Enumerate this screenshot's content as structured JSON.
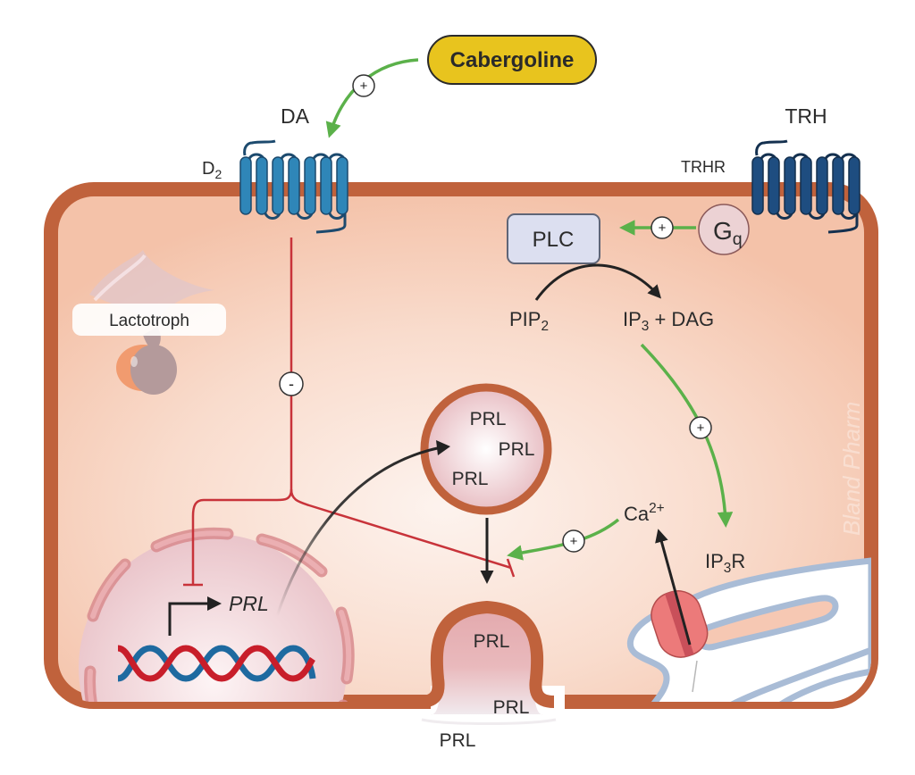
{
  "diagram": {
    "drug": {
      "label": "Cabergoline",
      "effect_symbol": "+"
    },
    "ligands": {
      "dopamine": "DA",
      "trh": "TRH"
    },
    "receptors": {
      "d2": {
        "base": "D",
        "sub": "2"
      },
      "trhr": "TRHR",
      "ip3r": {
        "pre": "IP",
        "sub": "3",
        "post": "R"
      }
    },
    "g_protein": {
      "base": "G",
      "sub": "q"
    },
    "enzyme": "PLC",
    "substrate": {
      "base": "PIP",
      "sub": "2"
    },
    "products": {
      "pre": "IP",
      "sub": "3",
      "post": " + DAG"
    },
    "calcium": {
      "base": "Ca",
      "sup": "2+"
    },
    "cell_label": "Lactotroph",
    "gene": "PRL",
    "vesicle_contents": [
      "PRL",
      "PRL",
      "PRL"
    ],
    "exocytosis_contents": [
      "PRL",
      "PRL"
    ],
    "secreted": "PRL",
    "signs": {
      "cabergoline_da": "+",
      "d2_inhibition": "-",
      "gq_plc": "+",
      "ip3_ip3r": "+",
      "ca_exocytosis": "+"
    },
    "watermark": "Bland Pharm",
    "colors": {
      "membrane": "#c0623c",
      "cytoplasm": "#f6c7b0",
      "activation": "#5bb14a",
      "inhibition": "#c8333a",
      "d2_receptor": "#2f86b8",
      "trhr_receptor": "#1e4d80",
      "drug_fill": "#e8c41e",
      "plc_fill": "#dcdff0",
      "dna_red": "#c81e2a",
      "dna_blue": "#1e6aa0",
      "er_membrane": "#a9bcd6",
      "ip3r_channel": "#ec7a7a"
    }
  }
}
